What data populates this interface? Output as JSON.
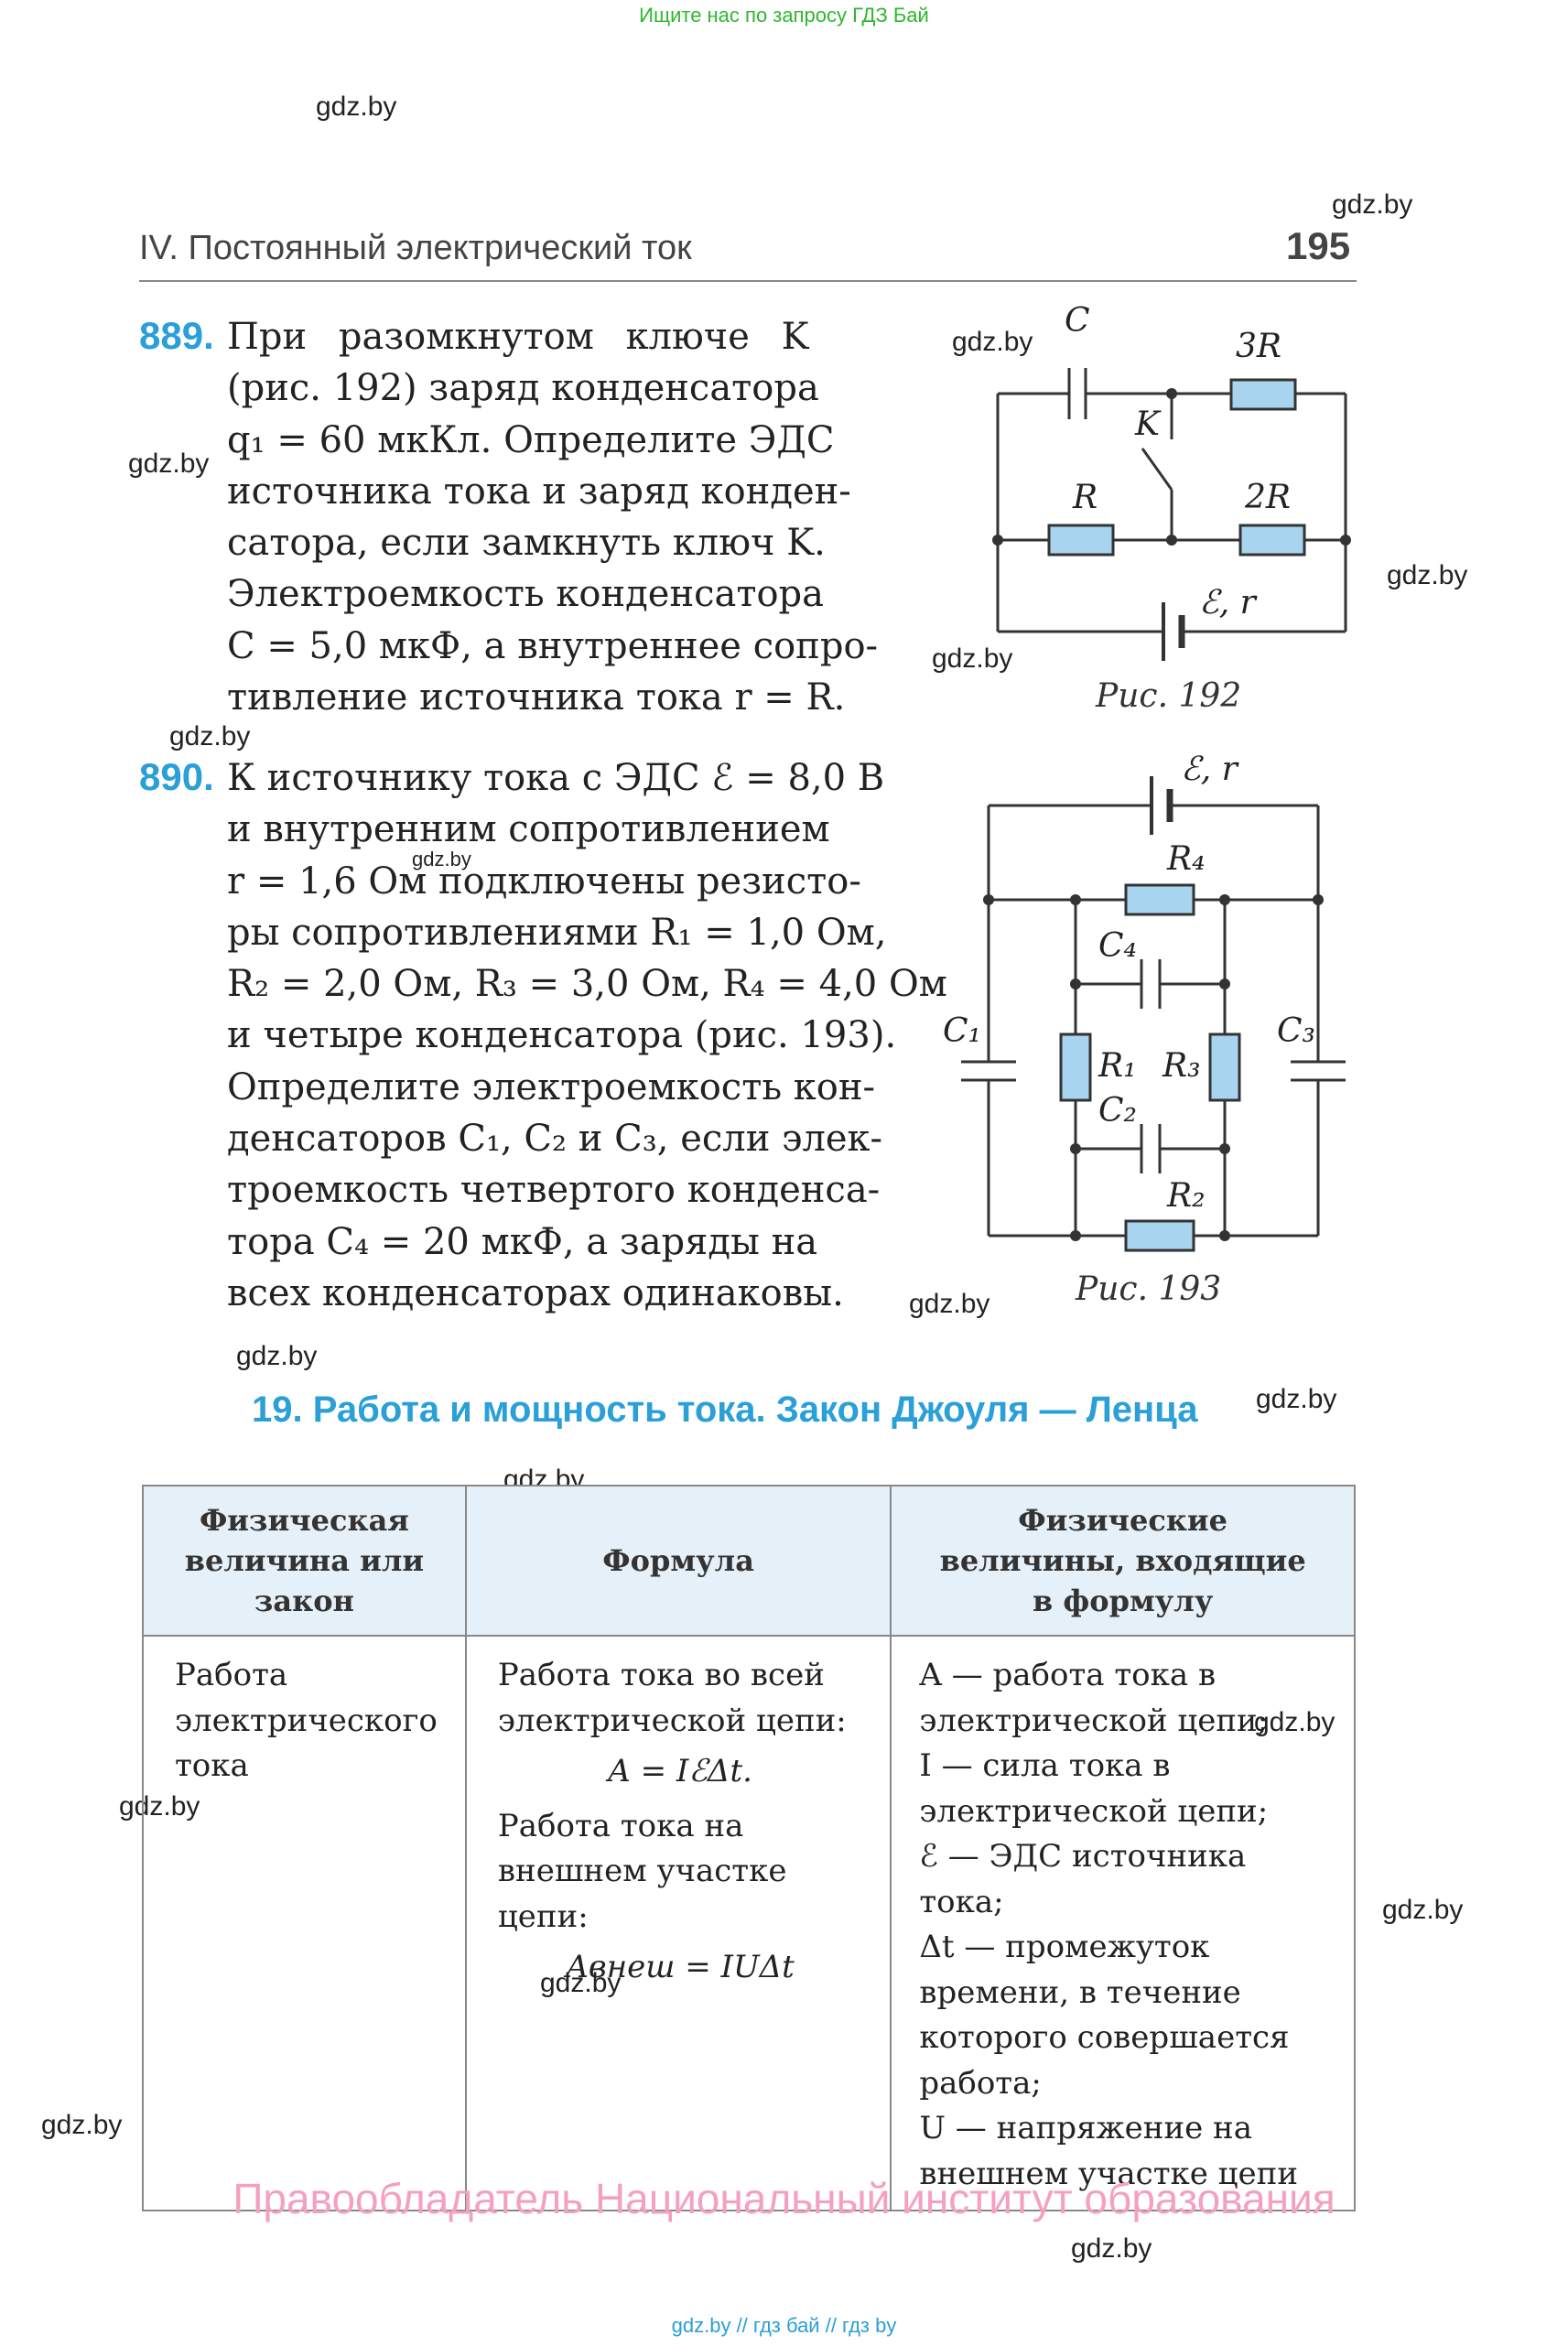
{
  "banner": "Ищите нас по запросу ГДЗ Бай",
  "watermark": "gdz.by",
  "header": {
    "title": "IV. Постоянный электрический ток",
    "page": "195"
  },
  "problem_889": {
    "number": "889.",
    "lines": [
      "При разомкнутом ключе K",
      "(рис. 192) заряд конденсатора",
      "q₁ = 60 мкКл. Определите ЭДС",
      "источника тока и заряд конден-",
      "сатора, если замкнуть ключ K.",
      "Электроемкость конденсатора",
      "C = 5,0 мкФ, а внутреннее сопро-",
      "тивление источника тока r = R."
    ]
  },
  "problem_890": {
    "number": "890.",
    "lines": [
      "К источнику тока с ЭДС ℰ = 8,0 В",
      "и внутренним сопротивлением",
      "r = 1,6 Ом подключены резисто-",
      "ры сопротивлениями R₁ = 1,0 Ом,",
      "R₂ = 2,0 Ом, R₃ = 3,0 Ом, R₄ = 4,0 Ом",
      "и четыре конденсатора (рис. 193).",
      "Определите электроемкость кон-",
      "денсаторов C₁, C₂ и C₃, если элек-",
      "троемкость четвертого конденса-",
      "тора C₄ = 20 мкФ, а заряды на",
      "всех конденсаторах одинаковы."
    ]
  },
  "fig192": {
    "caption": "Рис. 192",
    "labels": {
      "c": "C",
      "r3": "3R",
      "k": "K",
      "r": "R",
      "r2": "2R",
      "emf": "ℰ, r"
    }
  },
  "fig193": {
    "caption": "Рис. 193",
    "labels": {
      "emf": "ℰ, r",
      "r4": "R₄",
      "c4": "C₄",
      "c1": "C₁",
      "r1": "R₁",
      "r3": "R₃",
      "c3": "C₃",
      "c2": "C₂",
      "r2": "R₂"
    }
  },
  "section_title": "19. Работа и мощность тока. Закон Джоуля — Ленца",
  "table": {
    "headers": [
      "Физическая величина или закон",
      "Формула",
      "Физические величины, входящие в формулу"
    ],
    "row": {
      "quantity": "Работа электрического тока",
      "formula_text_1": "Работа тока во всей электрической цепи:",
      "formula_1": "A = IℰΔt.",
      "formula_text_2": "Работа тока на внешнем участке цепи:",
      "formula_2": "Aвнеш = IUΔt",
      "variables": [
        "A — работа тока в электрической цепи;",
        "I — сила тока в электрической цепи;",
        "ℰ — ЭДС источника тока;",
        "Δt — промежуток времени, в течение которого совершается работа;",
        "U — напряжение на внешнем участке цепи"
      ]
    }
  },
  "copyright": "Правообладатель Национальный институт образования",
  "footer": "gdz.by  //  гдз бай  //  гдз by",
  "colors": {
    "accent": "#2a9fd8",
    "resistor_fill": "#a8d4ef",
    "banner": "#2eb82e",
    "copyright": "#f4a0c0",
    "table_header": "#e5f0f8"
  }
}
